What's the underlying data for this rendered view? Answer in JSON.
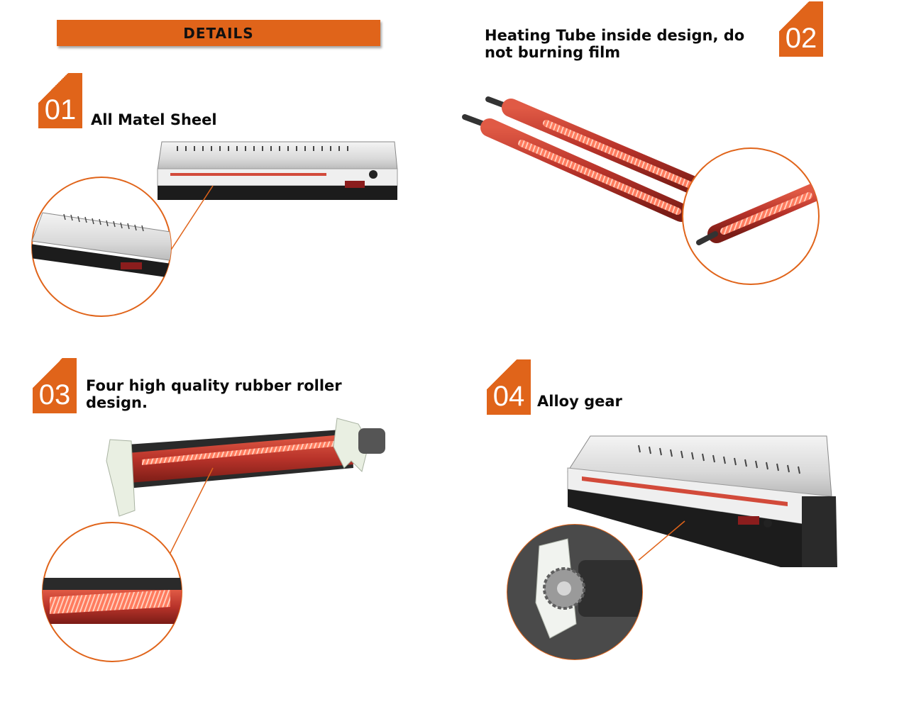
{
  "header": {
    "title": "DETAILS"
  },
  "colors": {
    "accent": "#e0641a",
    "text": "#0a0a0a",
    "tube_red": "#c0392b",
    "glow": "#ff6a4d"
  },
  "sections": [
    {
      "number": "01",
      "caption": "All Matel Sheel"
    },
    {
      "number": "02",
      "caption": "Heating Tube inside design, do not burning film"
    },
    {
      "number": "03",
      "caption": "Four high quality rubber roller design."
    },
    {
      "number": "04",
      "caption": "Alloy gear"
    }
  ]
}
